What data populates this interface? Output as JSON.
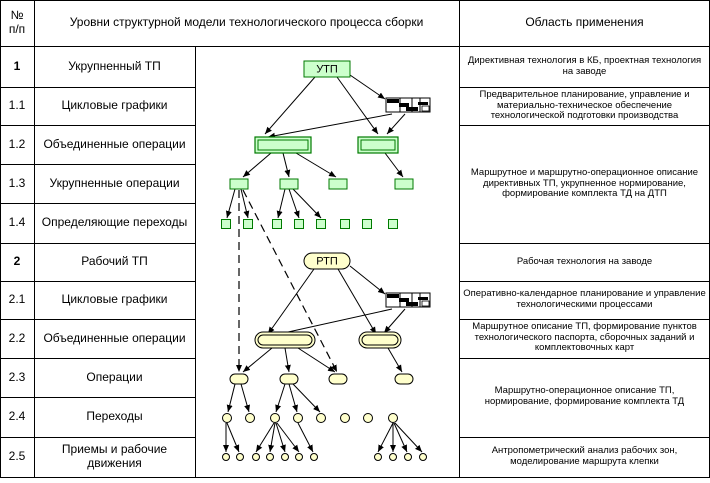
{
  "header": {
    "num": "№ п/п",
    "levels": "Уровни структурной модели технологического процесса сборки",
    "area": "Область применения"
  },
  "rows": [
    {
      "num": "1",
      "level": "Укрупненный ТП",
      "bold": true
    },
    {
      "num": "1.1",
      "level": "Цикловые графики"
    },
    {
      "num": "1.2",
      "level": "Объединенные операции"
    },
    {
      "num": "1.3",
      "level": "Укрупненные операции"
    },
    {
      "num": "1.4",
      "level": "Определяющие переходы"
    },
    {
      "num": "2",
      "level": "Рабочий ТП",
      "bold": true
    },
    {
      "num": "2.1",
      "level": "Цикловые графики"
    },
    {
      "num": "2.2",
      "level": "Объединенные операции"
    },
    {
      "num": "2.3",
      "level": "Операции"
    },
    {
      "num": "2.4",
      "level": "Переходы"
    },
    {
      "num": "2.5",
      "level": "Приемы и рабочие движения"
    }
  ],
  "areas": [
    "Директивная технология в КБ, проектная технология на заводе",
    "Предварительное планирование, управление и материально-техническое обеспечение технологической подготовки производства",
    "Маршрутное и маршрутно-операционное описание директивных ТП, укрупненное нормирование, формирование комплекта ТД на ДТП",
    "Рабочая технология на заводе",
    "Оперативно-календарное планирование и управление технологическими процессами",
    "Маршрутное описание ТП, формирование пунктов технологического паспорта, сборочных заданий и комплектовочных карт",
    "Маршрутно-операционное описание ТП, нормирование, формирование комплекта ТД",
    "Антропометрический анализ рабочих зон, моделирование маршрута клепки"
  ],
  "nodes": {
    "utp": "УТП",
    "rtp": "РТП"
  },
  "colors": {
    "green_fill": "#ccffcc",
    "green_stroke": "#007a00",
    "yellow_fill": "#ffffcc",
    "grid": "#000000"
  }
}
